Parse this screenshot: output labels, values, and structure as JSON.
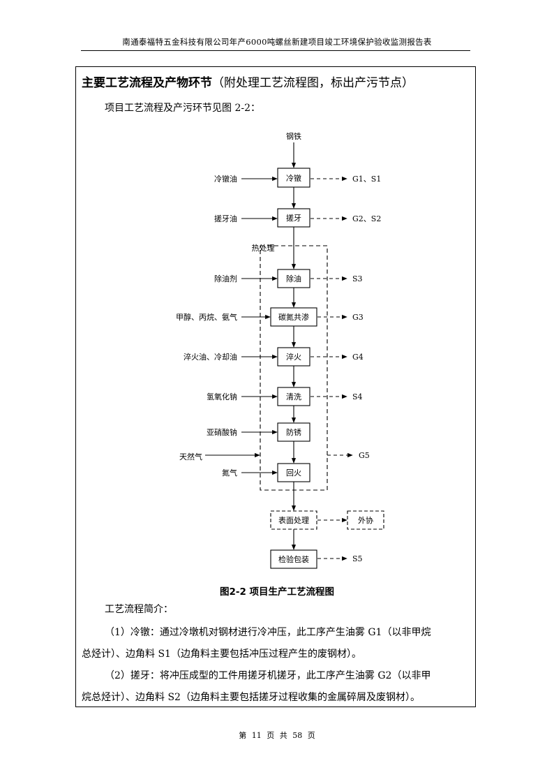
{
  "header": "南通泰福特五金科技有限公司年产6000吨螺丝新建项目竣工环境保护验收监测报告表",
  "section": {
    "title_bold": "主要工艺流程及产物环节",
    "title_rest": "（附处理工艺流程图，标出产污节点）"
  },
  "intro": "项目工艺流程及产污环节见图 2-2：",
  "diagram": {
    "raw_material": "钢铁",
    "group_label": "热处理",
    "processes": {
      "cold_heading": "冷镦",
      "thread_rolling": "搓牙",
      "degreasing": "除油",
      "carbonitriding": "碳氮共渗",
      "quenching": "淬火",
      "cleaning": "清洗",
      "rust_prevention": "防锈",
      "tempering": "回火",
      "surface_treatment": "表面处理",
      "outsourcing": "外协",
      "inspection_packaging": "检验包装"
    },
    "inputs": {
      "cold_heading_oil": "冷镦油",
      "thread_rolling_oil": "搓牙油",
      "degreaser": "除油剂",
      "carbonitriding_gases": "甲醇、丙烷、氨气",
      "quench_cooling_oil": "淬火油、冷却油",
      "sodium_hydroxide": "氢氧化钠",
      "sodium_nitrite": "亚硝酸钠",
      "natural_gas": "天然气",
      "nitrogen": "氮气"
    },
    "outputs": {
      "cold_heading": "G1、S1",
      "thread_rolling": "G2、S2",
      "degreasing": "S3",
      "carbonitriding": "G3",
      "quenching": "G4",
      "cleaning": "S4",
      "heat_treatment": "G5",
      "inspection_packaging": "S5"
    }
  },
  "caption": "图2-2   项目生产工艺流程图",
  "text": {
    "heading": "工艺流程简介：",
    "p1_line1": "（1）冷镦：通过冷墩机对钢材进行冷冲压，此工序产生油雾 G1（以非甲烷",
    "p1_line2": "总烃计）、边角料 S1（边角料主要包括冲压过程产生的废钢材）。",
    "p2_line1": "（2）搓牙：将冲压成型的工件用搓牙机搓牙，此工序产生油雾 G2（以非甲",
    "p2_line2": "烷总烃计）、边角料 S2（边角料主要包括搓牙过程收集的金属碎屑及废钢材）。"
  },
  "footer": "第 11 页 共 58 页"
}
